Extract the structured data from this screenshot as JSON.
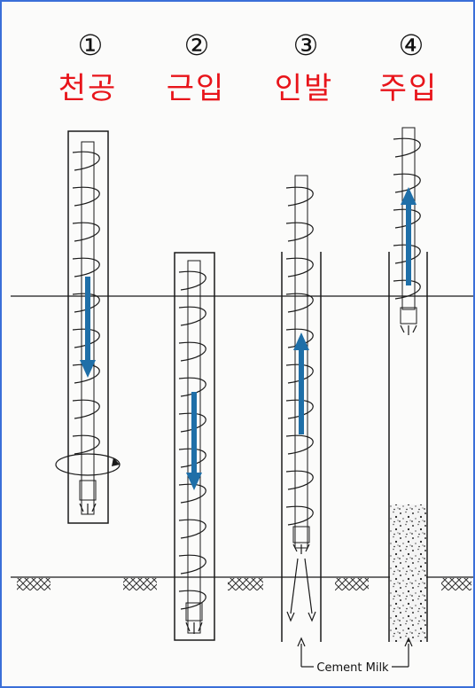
{
  "steps": [
    {
      "number": "①",
      "title": "천공"
    },
    {
      "number": "②",
      "title": "근입"
    },
    {
      "number": "③",
      "title": "인발"
    },
    {
      "number": "④",
      "title": "주입"
    }
  ],
  "cement_label": "Cement Milk",
  "colors": {
    "title": "#e8141a",
    "arrow": "#1f6fa8",
    "line": "#1a1a1a",
    "frame": "#3a6fd8"
  }
}
